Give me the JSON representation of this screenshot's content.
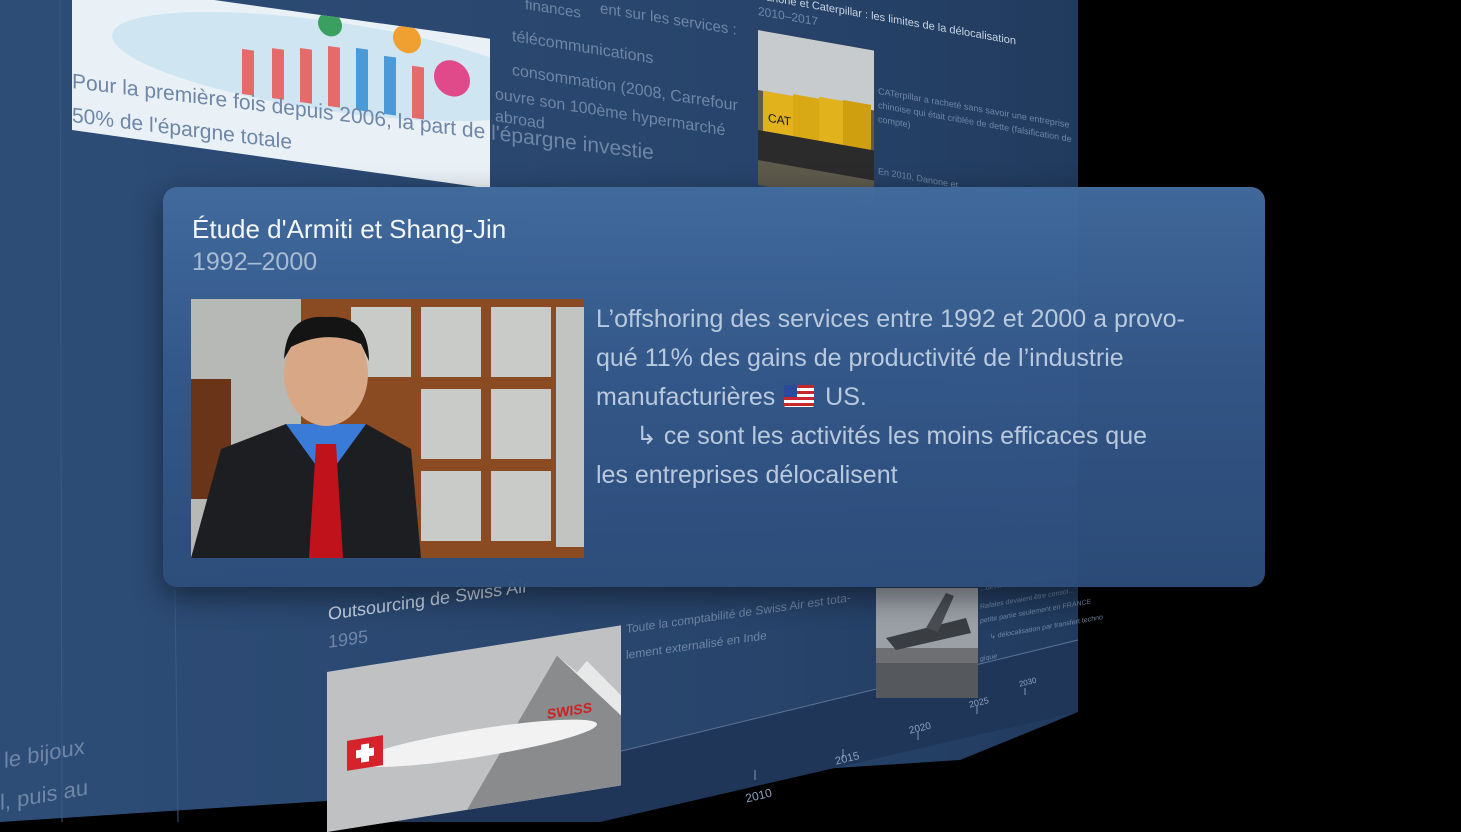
{
  "background": {
    "top_left_caption_line1": "Pour la première fois depuis 2006, la part de l'épargne investie",
    "top_left_caption_line2": "50% de l'épargne totale",
    "top_list_header": "finances",
    "top_list_intro": "ent sur les services :",
    "top_list_item1": "télécommunications",
    "top_list_item2": "consommation (2008, Carrefour",
    "top_list_item2b": "ouvre son 100ème hypermarché",
    "top_list_item2c": "abroad",
    "top_right_title": "Danone et Caterpillar : les limites de la délocalisation",
    "top_right_dates": "2010–2017",
    "top_right_desc1": "CATerpillar a racheté sans savoir une entreprise",
    "top_right_desc2": "chinoise qui était criblée de dette (falsification de",
    "top_right_desc3": "compte)",
    "top_right_desc4": "En 2010, Danone et ...",
    "bottom_left_line1": "le bijoux",
    "bottom_left_line2": "l, puis au",
    "swiss_title": "Outsourcing de Swiss Air",
    "swiss_year": "1995",
    "swiss_desc1": "Toute la comptabilité de Swiss Air est tota-",
    "swiss_desc2": "lement externalisé en Inde",
    "right_small1": "...devaient être consol...",
    "right_small2": "Rafales devaient être consol...",
    "right_small3": "petite partie seulement en FRANCE",
    "right_small4": "↳ délocalisation par transfert techno",
    "right_small5": "gique",
    "axis_labels": [
      "2010",
      "2015",
      "2020",
      "2025",
      "2030"
    ]
  },
  "card": {
    "title": "Étude d'Armiti et Shang-Jin",
    "dates": "1992–2000",
    "text_line1": "L’offshoring des services entre 1992 et 2000 a provo-",
    "text_line2": "qué 11% des gains de productivité de l’industrie",
    "text_line3_pre": "manufacturières",
    "text_line3_post": "US.",
    "text_line4": "↳ ce sont les activités les moins efficaces que",
    "text_line5": "les entreprises délocalisent"
  },
  "colors": {
    "plane": "#2a466e",
    "card": "#3f6899",
    "text_light": "#b9c9dd"
  }
}
